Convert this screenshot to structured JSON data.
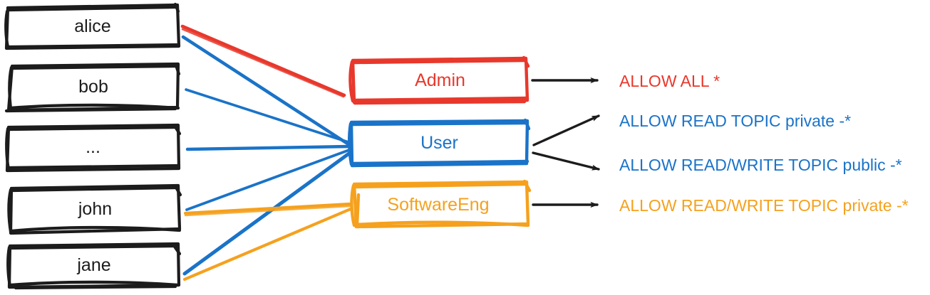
{
  "diagram": {
    "title": "RBAC role mapping diagram",
    "style": "hand-drawn sketch",
    "colors": {
      "admin_red": "#e8382c",
      "user_blue": "#1a73c8",
      "softwareeng_orange": "#f5a11e",
      "box_black": "#1c1c1c",
      "arrow_black": "#1c1c1c",
      "background": "#ffffff"
    },
    "users": [
      {
        "id": "alice",
        "label": "alice"
      },
      {
        "id": "bob",
        "label": "bob"
      },
      {
        "id": "ellipsis",
        "label": "..."
      },
      {
        "id": "john",
        "label": "john"
      },
      {
        "id": "jane",
        "label": "jane"
      }
    ],
    "roles": [
      {
        "id": "admin",
        "label": "Admin",
        "color": "#e8382c"
      },
      {
        "id": "user",
        "label": "User",
        "color": "#1a73c8"
      },
      {
        "id": "softwareeng",
        "label": "SoftwareEng",
        "color": "#f5a11e"
      }
    ],
    "permissions": [
      {
        "id": "perm-allow-all",
        "label": "ALLOW ALL *",
        "color": "#e8382c",
        "role": "admin"
      },
      {
        "id": "perm-read-private",
        "label": "ALLOW READ TOPIC private -*",
        "color": "#1a73c8",
        "role": "user"
      },
      {
        "id": "perm-readwrite-public",
        "label": "ALLOW READ/WRITE TOPIC public -*",
        "color": "#1a73c8",
        "role": "user"
      },
      {
        "id": "perm-readwrite-private",
        "label": "ALLOW READ/WRITE TOPIC private -*",
        "color": "#f5a11e",
        "role": "softwareeng"
      }
    ],
    "user_role_links": [
      {
        "from": "alice",
        "to": "admin",
        "color": "#e8382c"
      },
      {
        "from": "alice",
        "to": "user",
        "color": "#1a73c8"
      },
      {
        "from": "bob",
        "to": "user",
        "color": "#1a73c8"
      },
      {
        "from": "ellipsis",
        "to": "user",
        "color": "#1a73c8"
      },
      {
        "from": "john",
        "to": "user",
        "color": "#1a73c8"
      },
      {
        "from": "john",
        "to": "softwareeng",
        "color": "#f5a11e"
      },
      {
        "from": "jane",
        "to": "user",
        "color": "#1a73c8"
      },
      {
        "from": "jane",
        "to": "softwareeng",
        "color": "#f5a11e"
      }
    ],
    "role_permission_arrows": [
      {
        "from": "admin",
        "to": "perm-allow-all"
      },
      {
        "from": "user",
        "to": "perm-read-private"
      },
      {
        "from": "user",
        "to": "perm-readwrite-public"
      },
      {
        "from": "softwareeng",
        "to": "perm-readwrite-private"
      }
    ]
  }
}
